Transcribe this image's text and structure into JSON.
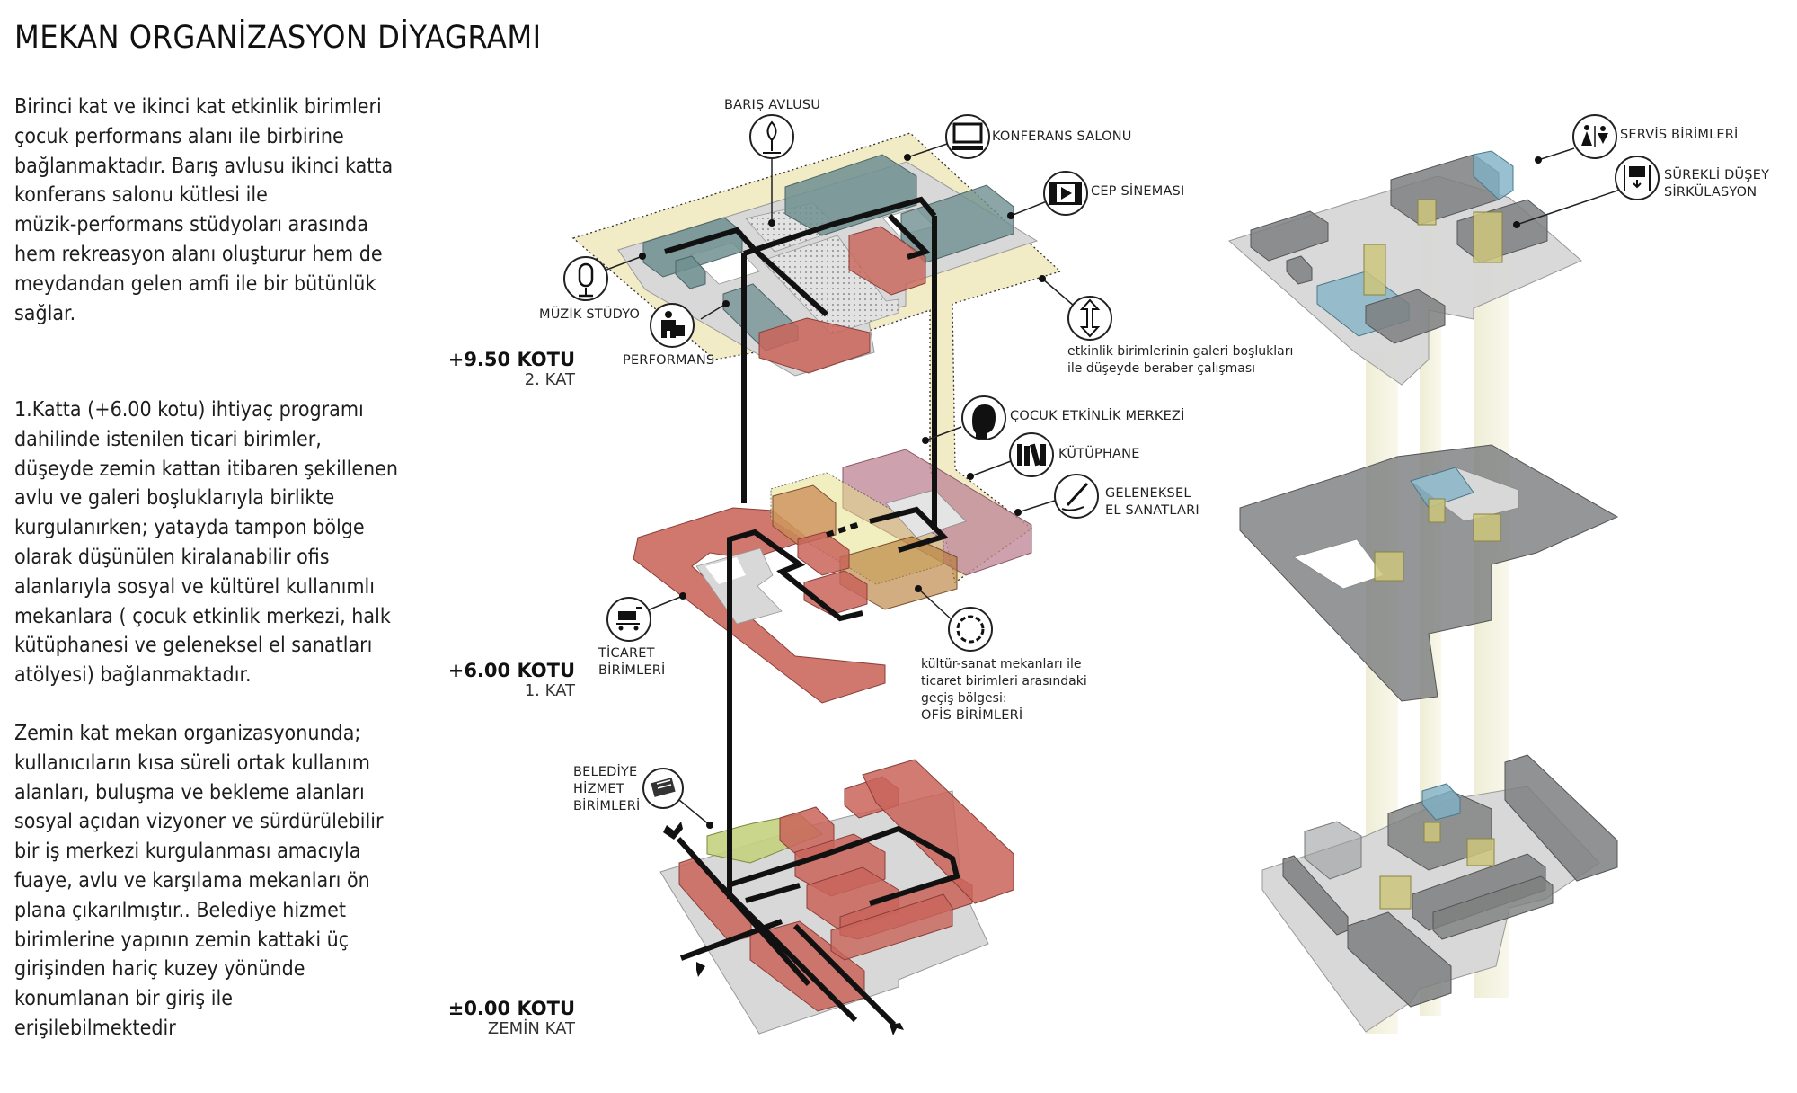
{
  "title": "MEKAN ORGANİZASYON DİYAGRAMI",
  "paragraphs": [
    {
      "lines": [
        "Birinci kat ve ikinci kat etkinlik birimleri",
        "çocuk performans alanı ile birbirine",
        "bağlanmaktadır. Barış avlusu ikinci katta",
        "konferans salonu kütlesi ile",
        "müzik-performans stüdyoları arasında",
        "hem rekreasyon alanı oluşturur hem de",
        "meydandan gelen amfi ile bir bütünlük",
        "sağlar."
      ]
    },
    {
      "lines": [
        "1.Katta (+6.00 kotu) ihtiyaç programı",
        "dahilinde istenilen ticari birimler,",
        "düşeyde zemin kattan itibaren şekillenen",
        "avlu ve galeri boşluklarıyla birlikte",
        "kurgulanırken; yatayda tampon bölge",
        "olarak düşünülen kiralanabilir ofis",
        "alanlarıyla  sosyal ve kültürel kullanımlı",
        "mekanlara ( çocuk etkinlik merkezi, halk",
        "kütüphanesi ve geleneksel el sanatları",
        "atölyesi) bağlanmaktadır."
      ]
    },
    {
      "lines": [
        "Zemin kat mekan organizasyonunda;",
        "kullanıcıların kısa süreli ortak kullanım",
        "alanları, buluşma ve bekleme alanları",
        "sosyal açıdan vizyoner ve sürdürülebilir",
        "bir iş merkezi kurgulanması amacıyla",
        "fuaye, avlu ve karşılama mekanları ön",
        "plana çıkarılmıştır.. Belediye hizmet",
        "birimlerine yapının zemin kattaki üç",
        "girişinden hariç kuzey yönünde",
        "konumlanan bir giriş ile",
        "erişilebilmektedir"
      ]
    }
  ],
  "levels": [
    {
      "elevation": "+9.50 KOTU",
      "floor": "2. KAT"
    },
    {
      "elevation": "+6.00 KOTU",
      "floor": "1. KAT"
    },
    {
      "elevation": "±0.00 KOTU",
      "floor": "ZEMİN KAT"
    }
  ],
  "labels": {
    "baris_avlusu": "BARIŞ AVLUSU",
    "konferans_salonu": "KONFERANS SALONU",
    "cep_sinemasi": "CEP SİNEMASI",
    "muzik_studyo": "MÜZİK STÜDYO",
    "performans": "PERFORMANS",
    "galeri_note": [
      "etkinlik birimlerinin galeri boşlukları",
      "ile düşeyde beraber çalışması"
    ],
    "cocuk_etkinlik": "ÇOCUK ETKİNLİK MERKEZİ",
    "kutuphane": "KÜTÜPHANE",
    "geleneksel": [
      "GELENEKSEL",
      "EL SANATLARI"
    ],
    "ticaret": [
      "TİCARET",
      "BİRİMLERİ"
    ],
    "ofis_note": [
      "kültür-sanat mekanları ile",
      "ticaret birimleri arasındaki",
      "geçiş bölgesi:"
    ],
    "ofis_title": "OFİS BİRİMLERİ",
    "belediye": [
      "BELEDİYE",
      "HİZMET",
      "BİRİMLERİ"
    ],
    "servis": "SERVİS BİRİMLERİ",
    "surekli": [
      "SÜREKLİ DÜŞEY",
      "SİRKÜLASYON"
    ]
  },
  "icons": {
    "baris_avlusu": "tree-icon",
    "konferans_salonu": "screen-audience-icon",
    "cep_sinemasi": "film-play-icon",
    "muzik_studyo": "microphone-icon",
    "performans": "performer-icon",
    "galeri": "vertical-arrow-icon",
    "cocuk_etkinlik": "child-head-icon",
    "kutuphane": "books-icon",
    "geleneksel": "brush-hand-icon",
    "ticaret": "shopping-cart-icon",
    "ofis": "cycle-circle-icon",
    "belediye": "document-icon",
    "servis": "restroom-icon",
    "surekli": "elevator-icon"
  },
  "colors": {
    "commercial_red": "#c9645a",
    "cultural_teal": "#6f8f90",
    "cultural_pink": "#c08a98",
    "office_orange": "#c98a55",
    "municipal_green": "#c3d27e",
    "courtyard_yellow": "#f1ebc6",
    "slab_gray": "#d8d8d8",
    "mass_gray": "#7d7f80",
    "service_blue": "#7fb0c4",
    "core_yellow": "#cdc57c",
    "circulation_black": "#111111"
  }
}
